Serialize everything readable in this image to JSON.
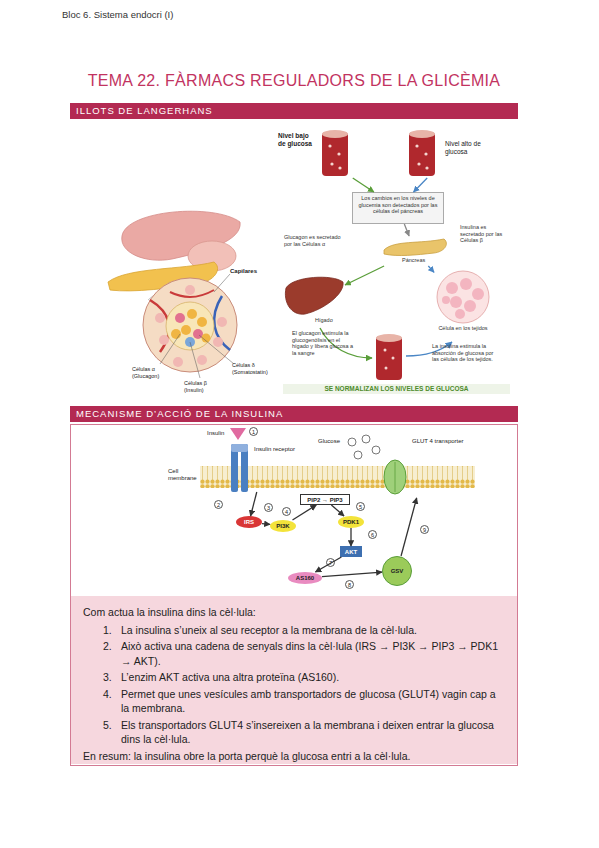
{
  "diagram": {
    "title": "TEMA 22. FÀRMACS REGULADORS DE LA GLICÈMIA",
    "nodes": [
      {
        "text": [
          "ILLOTS DE LANGERHANS"
        ]
      },
      {
        "text": [
          "Nivel bajo de glucosa"
        ]
      },
      {
        "text": [
          "Nivel alto de glucosa"
        ]
      },
      {
        "text": [
          "Los cambios en los niveles de glucemia son detectados por las células del páncreas"
        ]
      },
      {
        "text": [
          "Páncreas"
        ]
      },
      {
        "text": [
          "Hígado"
        ]
      },
      {
        "text": [
          "Célula en los tejidos"
        ]
      },
      {
        "text": [
          "SE NORMALIZAN LOS NIVELES DE GLUCOSA"
        ]
      },
      {
        "text": [
          "MECANISME D’ACCIÓ DE LA INSULINA"
        ]
      },
      {
        "text": [
          "Insulin receptor"
        ]
      },
      {
        "text": [
          "IRS"
        ]
      },
      {
        "text": [
          "PIP2 → PIP3"
        ]
      },
      {
        "text": [
          "PI3K"
        ]
      },
      {
        "text": [
          "PDK1"
        ]
      },
      {
        "text": [
          "AKT"
        ]
      },
      {
        "text": [
          "AS160"
        ]
      },
      {
        "text": [
          "GSV"
        ]
      },
      {
        "text": [
          "GLUT 4 transporter"
        ]
      },
      {
        "text": [
          "Com actua la insulina dins la cèl·lula:",
          "1.",
          "La insulina s’uneix al seu receptor a la membrana de la cèl·lula.",
          "2.",
          "Això activa una cadena de senyals dins la cèl·lula (IRS → PI3K → PIP3 → PDK1 → AKT).",
          "3.",
          "L’enzim AKT activa una altra proteïna (AS160).",
          "4.",
          "Permet que unes vesícules amb transportadors de glucosa (GLUT4) vagin cap a la membrana.",
          "5.",
          "Els transportadors GLUT4 s’insereixen a la membrana i deixen entrar la glucosa dins la cèl·lula.",
          "En resum: la insulina obre la porta perquè la glucosa entri a la cèl·lula."
        ]
      }
    ],
    "edges": [
      {
        "from": 1,
        "to": 3,
        "arrow": "to"
      },
      {
        "from": 2,
        "to": 3,
        "arrow": "to"
      },
      {
        "from": 3,
        "to": 4,
        "arrow": "to"
      },
      {
        "from": 4,
        "to": 5,
        "label": "Glucagon es secretado por las Células α",
        "arrow": "to"
      },
      {
        "from": 4,
        "to": 6,
        "label": "Insulina es secretado por las Células β",
        "arrow": "to"
      },
      {
        "from": 9,
        "to": 10,
        "arrow": "to"
      },
      {
        "from": 10,
        "to": 12,
        "arrow": "to"
      },
      {
        "from": 12,
        "to": 11,
        "arrow": "to"
      },
      {
        "from": 11,
        "to": 13,
        "arrow": "to"
      },
      {
        "from": 13,
        "to": 14,
        "arrow": "to"
      },
      {
        "from": 14,
        "to": 15,
        "arrow": "to"
      },
      {
        "from": 15,
        "to": 16,
        "arrow": "to"
      },
      {
        "from": 16,
        "to": 17,
        "arrow": "to"
      }
    ],
    "labels": [
      "Bloc 6. Sistema endocri (I)",
      "Capilares",
      "Células α (Glucagon)",
      "Células β (Insulin)",
      "Células δ (Somatostatin)",
      "El glucagon estimula la glucogenólisis en el hígado y libera glucosa a la sangre",
      "La insulina estimula la absorción de glucosa por las células de los tejidos.",
      "Insulin",
      "Cell membrane",
      "Glucose",
      "1",
      "2",
      "3",
      "4",
      "5",
      "6",
      "7",
      "8",
      "9"
    ]
  }
}
